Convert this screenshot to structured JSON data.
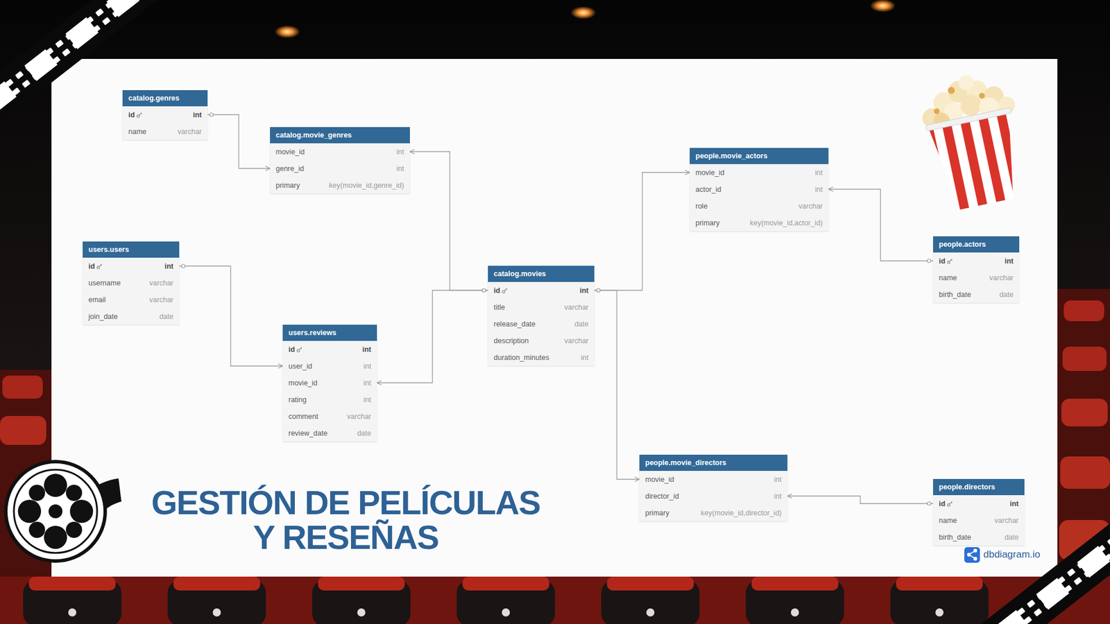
{
  "diagram": {
    "title": "GESTIÓN DE PELÍCULAS Y RESEÑAS",
    "nodes": [
      {
        "text": [
          "catalog.genres",
          "id",
          "int",
          "name",
          "varchar"
        ]
      },
      {
        "text": [
          "catalog.movie_genres",
          "movie_id",
          "int",
          "genre_id",
          "int",
          "primary",
          "key(movie_id,genre_id)"
        ]
      },
      {
        "text": [
          "users.users",
          "id",
          "int",
          "username",
          "varchar",
          "email",
          "varchar",
          "join_date",
          "date"
        ]
      },
      {
        "text": [
          "users.reviews",
          "id",
          "int",
          "user_id",
          "int",
          "movie_id",
          "int",
          "rating",
          "int",
          "comment",
          "varchar",
          "review_date",
          "date"
        ]
      },
      {
        "text": [
          "catalog.movies",
          "id",
          "int",
          "title",
          "varchar",
          "release_date",
          "date",
          "description",
          "varchar",
          "duration_minutes",
          "int"
        ]
      },
      {
        "text": [
          "people.movie_actors",
          "movie_id",
          "int",
          "actor_id",
          "int",
          "role",
          "varchar",
          "primary",
          "key(movie_id,actor_id)"
        ]
      },
      {
        "text": [
          "people.actors",
          "id",
          "int",
          "name",
          "varchar",
          "birth_date",
          "date"
        ]
      },
      {
        "text": [
          "people.movie_directors",
          "movie_id",
          "int",
          "director_id",
          "int",
          "primary",
          "key(movie_id,director_id)"
        ]
      },
      {
        "text": [
          "people.directors",
          "id",
          "int",
          "name",
          "varchar",
          "birth_date",
          "date"
        ]
      }
    ],
    "edges": [
      {
        "from": 0,
        "to": 1,
        "arrow": "to"
      },
      {
        "from": 4,
        "to": 1,
        "arrow": "to"
      },
      {
        "from": 2,
        "to": 3,
        "arrow": "to"
      },
      {
        "from": 4,
        "to": 3,
        "arrow": "to"
      },
      {
        "from": 4,
        "to": 5,
        "arrow": "to"
      },
      {
        "from": 6,
        "to": 5,
        "arrow": "to"
      },
      {
        "from": 4,
        "to": 7,
        "arrow": "to"
      },
      {
        "from": 8,
        "to": 7,
        "arrow": "to"
      }
    ],
    "labels": [
      "dbdiagram.io"
    ]
  }
}
